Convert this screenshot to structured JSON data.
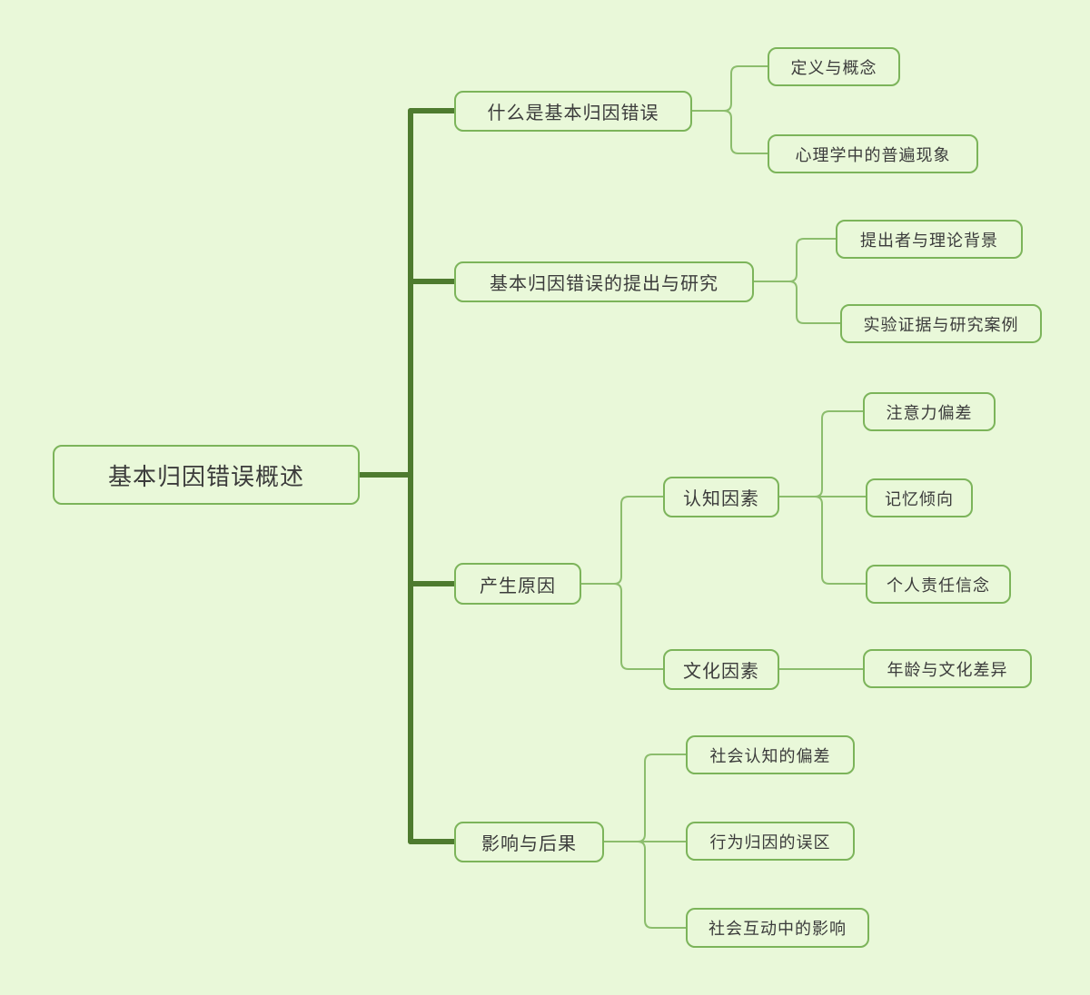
{
  "colors": {
    "background": "#e9f8d9",
    "node_border": "#7cb45a",
    "node_text": "#3b3b3b",
    "trunk_line": "#4e7b2f",
    "branch_line": "#8cbd6d"
  },
  "mindmap": {
    "root": "基本归因错误概述",
    "branches": [
      {
        "label": "什么是基本归因错误",
        "children": [
          {
            "label": "定义与概念"
          },
          {
            "label": "心理学中的普遍现象"
          }
        ]
      },
      {
        "label": "基本归因错误的提出与研究",
        "children": [
          {
            "label": "提出者与理论背景"
          },
          {
            "label": "实验证据与研究案例"
          }
        ]
      },
      {
        "label": "产生原因",
        "children": [
          {
            "label": "认知因素",
            "children": [
              {
                "label": "注意力偏差"
              },
              {
                "label": "记忆倾向"
              },
              {
                "label": "个人责任信念"
              }
            ]
          },
          {
            "label": "文化因素",
            "children": [
              {
                "label": "年龄与文化差异"
              }
            ]
          }
        ]
      },
      {
        "label": "影响与后果",
        "children": [
          {
            "label": "社会认知的偏差"
          },
          {
            "label": "行为归因的误区"
          },
          {
            "label": "社会互动中的影响"
          }
        ]
      }
    ]
  }
}
